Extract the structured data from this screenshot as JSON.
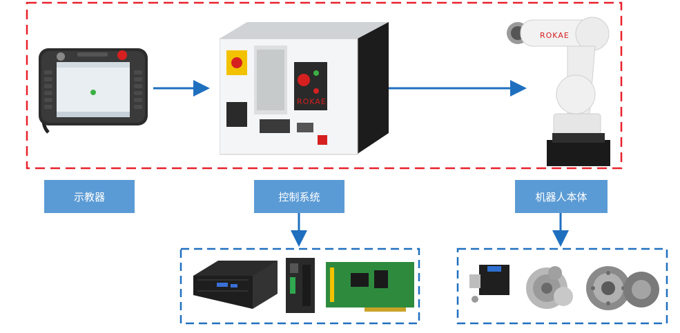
{
  "labels": {
    "teach_pendant": "示教器",
    "control_system": "控制系统",
    "robot_body": "机器人本体"
  },
  "brand": {
    "name": "ROKAE"
  },
  "colors": {
    "red_dash": "#e8202a",
    "blue_dash": "#1f6fbf",
    "arrow": "#1f6fbf",
    "label_bg": "#5b9bd5"
  }
}
